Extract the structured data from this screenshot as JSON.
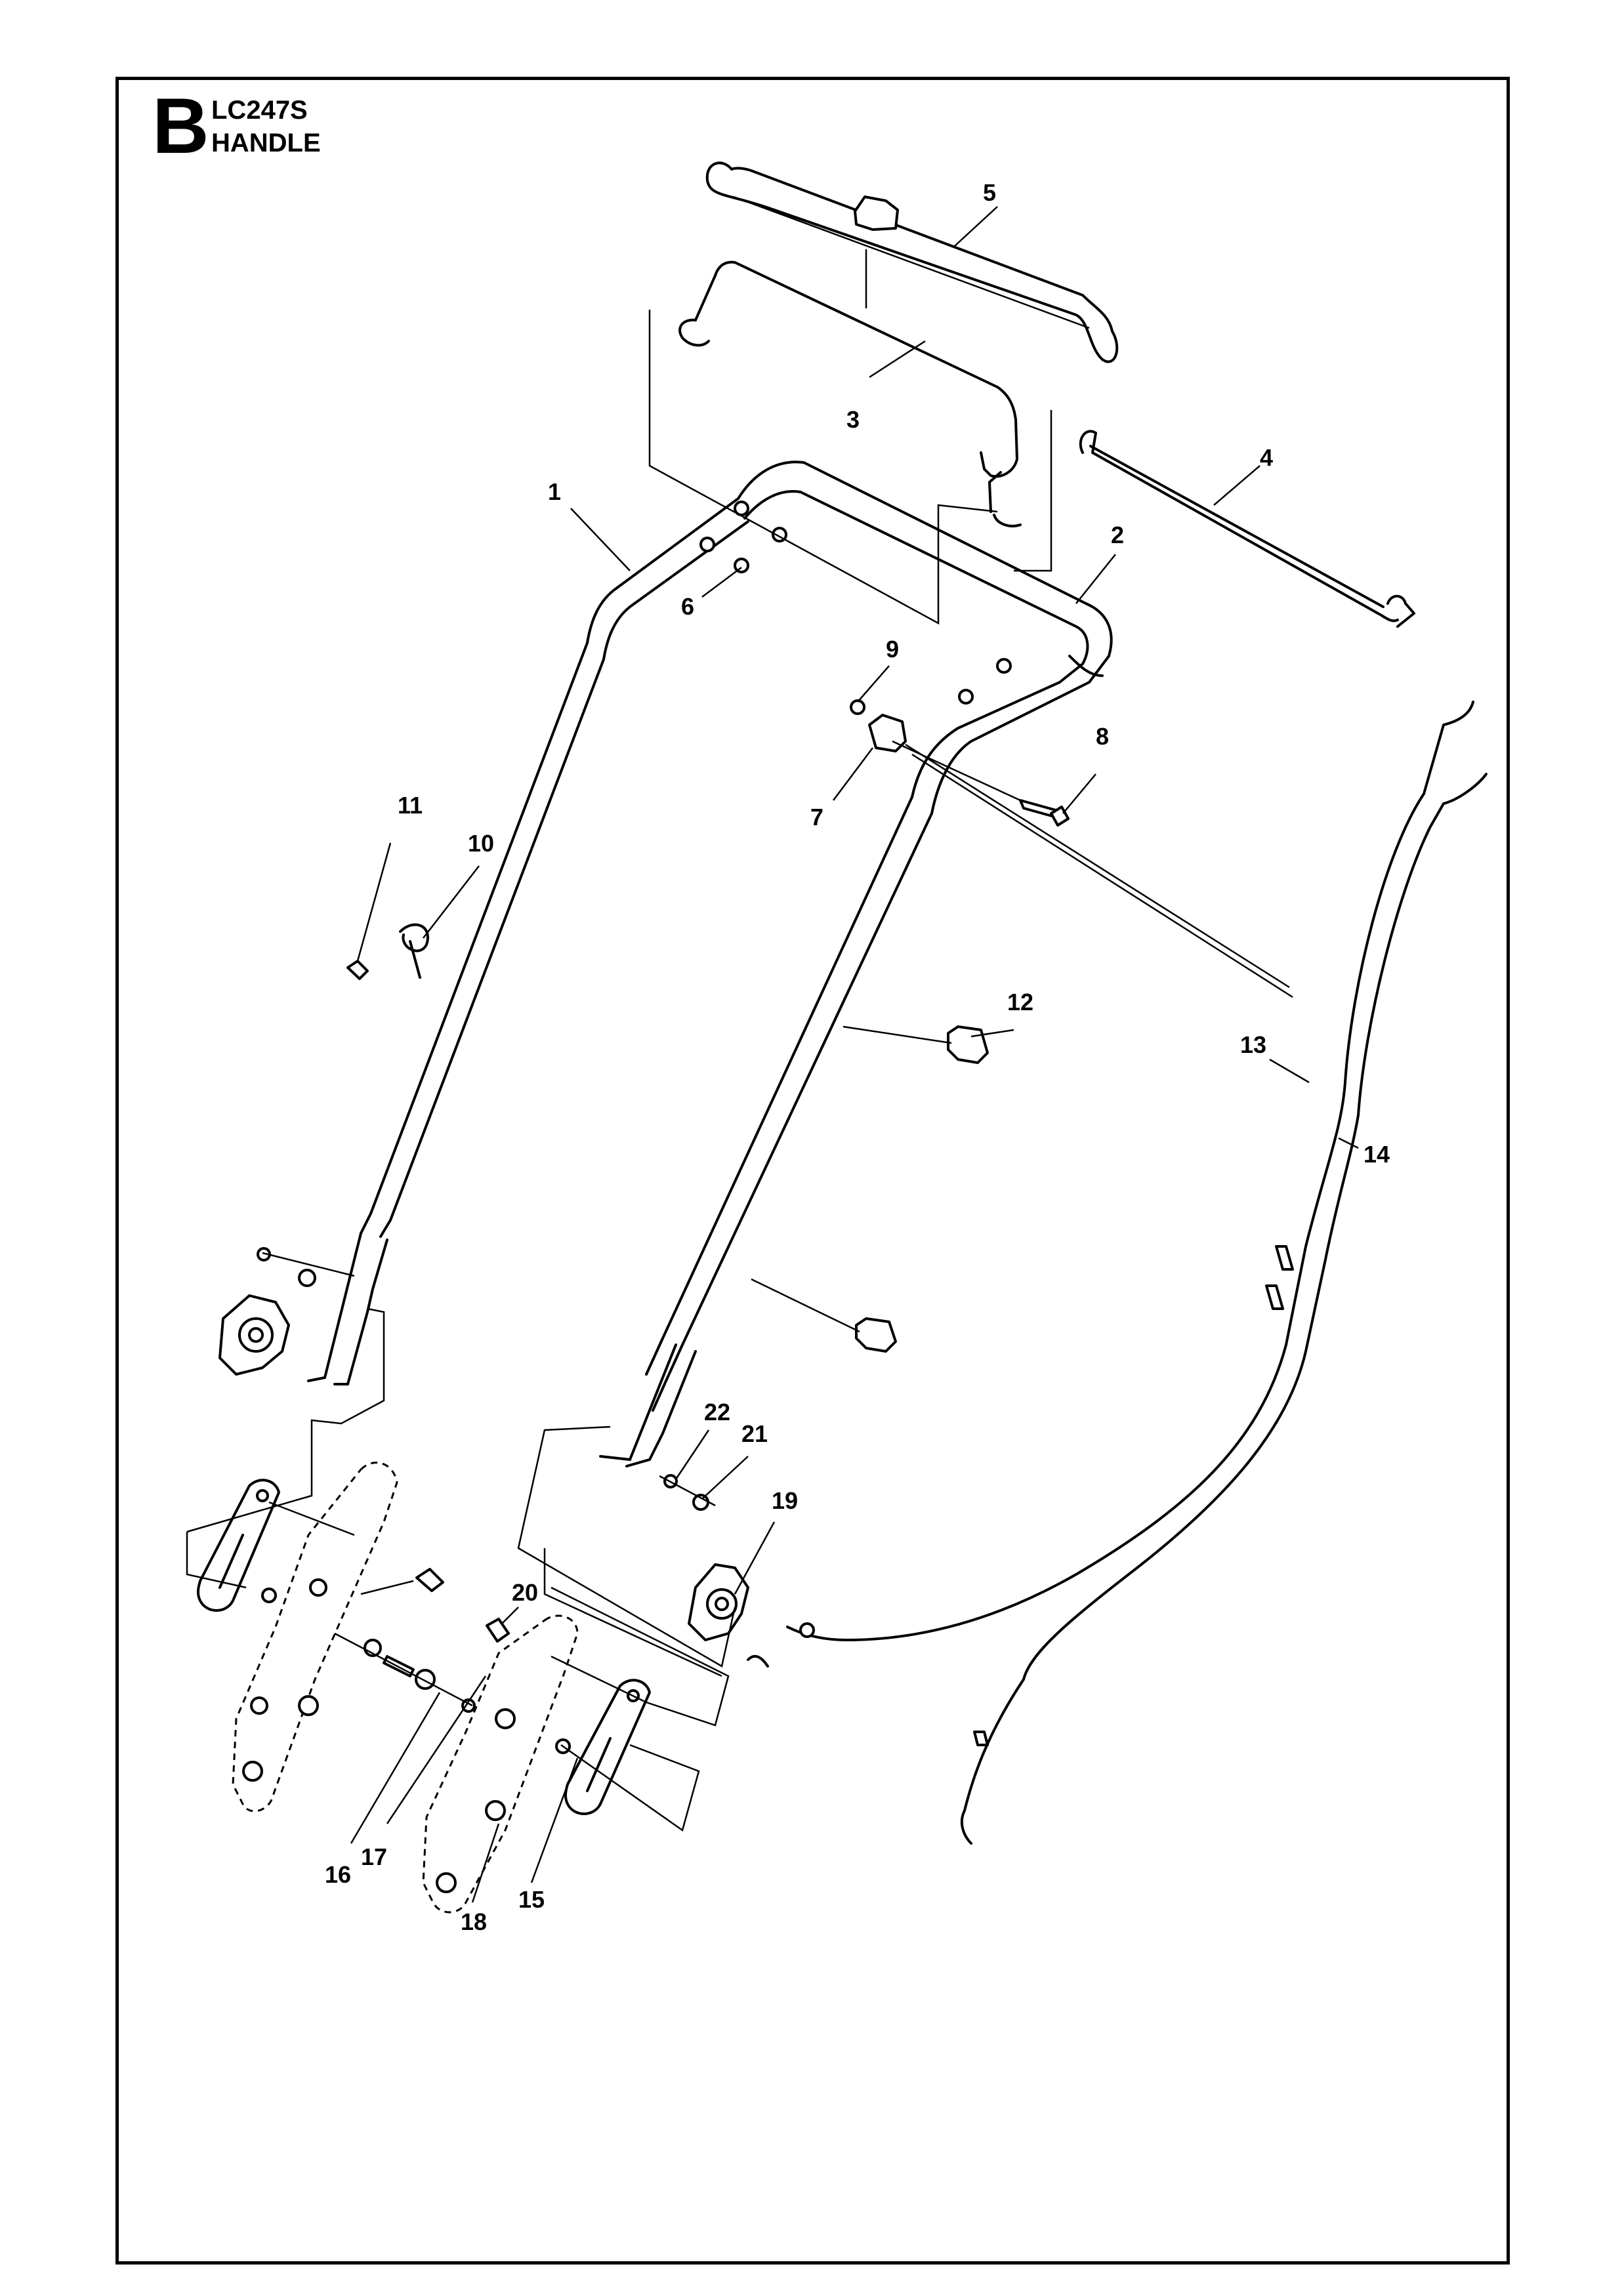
{
  "header": {
    "section_letter": "B",
    "model": "LC247S",
    "title": "HANDLE"
  },
  "callouts": [
    {
      "id": "c1",
      "label": "1"
    },
    {
      "id": "c2",
      "label": "2"
    },
    {
      "id": "c3",
      "label": "3"
    },
    {
      "id": "c4",
      "label": "4"
    },
    {
      "id": "c5",
      "label": "5"
    },
    {
      "id": "c6",
      "label": "6"
    },
    {
      "id": "c7",
      "label": "7"
    },
    {
      "id": "c8",
      "label": "8"
    },
    {
      "id": "c9",
      "label": "9"
    },
    {
      "id": "c10",
      "label": "10"
    },
    {
      "id": "c11",
      "label": "11"
    },
    {
      "id": "c12",
      "label": "12"
    },
    {
      "id": "c13",
      "label": "13"
    },
    {
      "id": "c14",
      "label": "14"
    },
    {
      "id": "c15",
      "label": "15"
    },
    {
      "id": "c16",
      "label": "16"
    },
    {
      "id": "c17",
      "label": "17"
    },
    {
      "id": "c18",
      "label": "18"
    },
    {
      "id": "c19",
      "label": "19"
    },
    {
      "id": "c20",
      "label": "20"
    },
    {
      "id": "c21",
      "label": "21"
    },
    {
      "id": "c22",
      "label": "22"
    }
  ]
}
